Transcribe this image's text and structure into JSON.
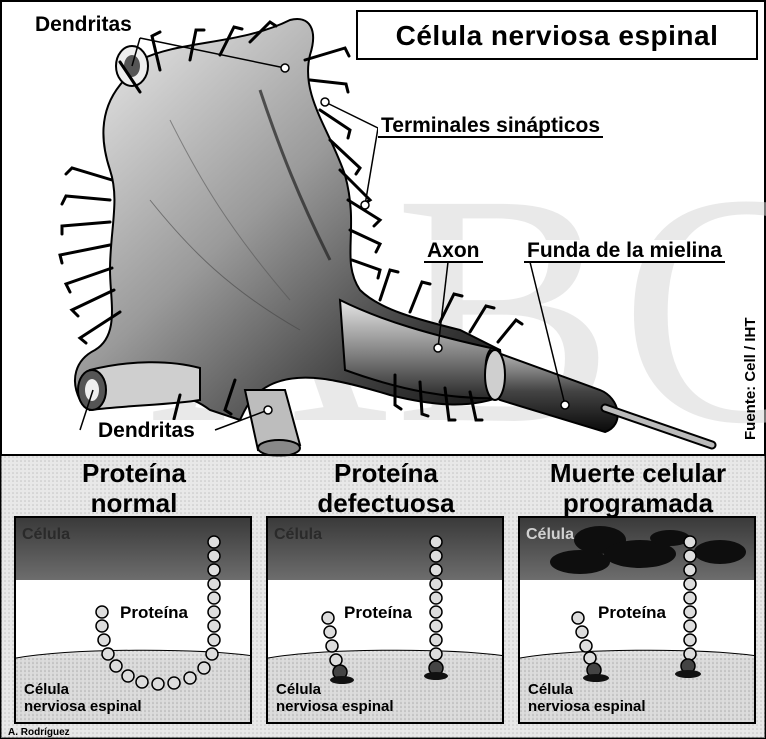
{
  "title": "Célula nerviosa espinal",
  "watermark": "ABC",
  "labels": {
    "dendritas_top": "Dendritas",
    "terminales": "Terminales sinápticos",
    "axon": "Axon",
    "mielina": "Funda de la mielina",
    "dendritas_bottom": "Dendritas"
  },
  "credit": "Fuente: Cell / IHT",
  "author": "A. Rodríguez",
  "panels": [
    {
      "heading_line1": "Proteína",
      "heading_line2": "normal",
      "cell_text": "Célula",
      "protein_label": "Proteína",
      "spinal_line1": "Célula",
      "spinal_line2": "nerviosa espinal"
    },
    {
      "heading_line1": "Proteína",
      "heading_line2": "defectuosa",
      "cell_text": "Célula",
      "protein_label": "Proteína",
      "spinal_line1": "Célula",
      "spinal_line2": "nerviosa espinal"
    },
    {
      "heading_line1": "Muerte celular",
      "heading_line2": "programada",
      "cell_text": "Célula",
      "protein_label": "Proteína",
      "spinal_line1": "Célula",
      "spinal_line2": "nerviosa espinal"
    }
  ]
}
